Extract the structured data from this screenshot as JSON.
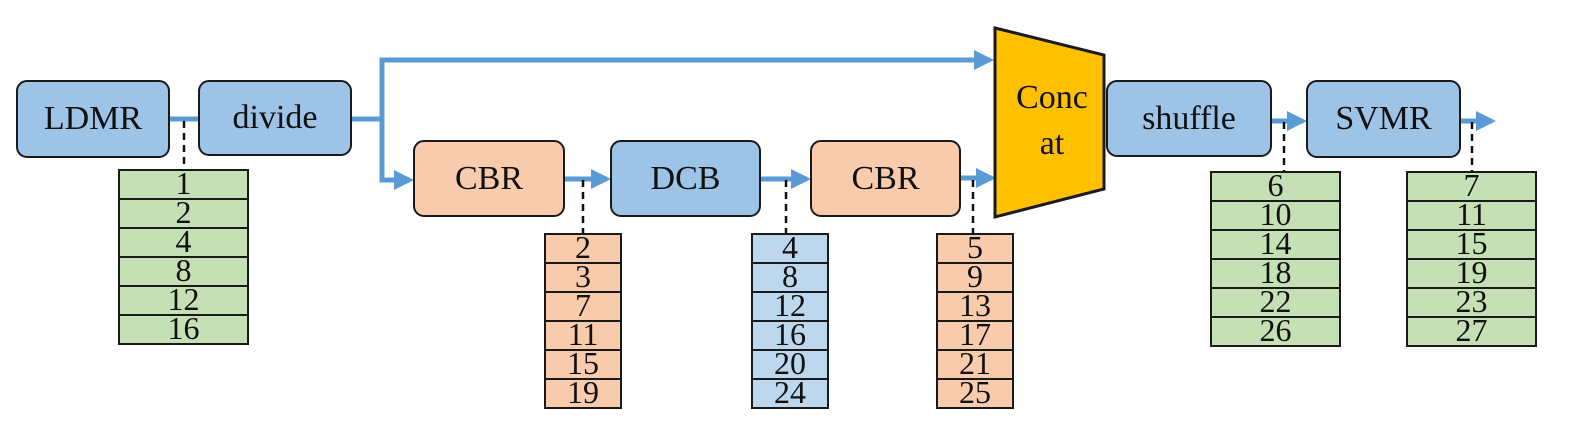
{
  "blocks": {
    "ldmr": "LDMR",
    "divide": "divide",
    "cbr1": "CBR",
    "dcb": "DCB",
    "cbr2": "CBR",
    "concat_line1": "Conc",
    "concat_line2": "at",
    "shuffle": "shuffle",
    "svmr": "SVMR"
  },
  "stacks": {
    "ldmr": [
      "1",
      "2",
      "4",
      "8",
      "12",
      "16"
    ],
    "cbr1": [
      "2",
      "3",
      "7",
      "11",
      "15",
      "19"
    ],
    "dcb": [
      "4",
      "8",
      "12",
      "16",
      "20",
      "24"
    ],
    "cbr2": [
      "5",
      "9",
      "13",
      "17",
      "21",
      "25"
    ],
    "shuffle": [
      "6",
      "10",
      "14",
      "18",
      "22",
      "26"
    ],
    "svmr": [
      "7",
      "11",
      "15",
      "19",
      "23",
      "27"
    ]
  },
  "colors": {
    "block_blue": "#9dc3e6",
    "block_peach": "#f8cbad",
    "concat_fill": "#ffc000",
    "stack_green": "#c5e0b4",
    "stack_peach": "#f8cbad",
    "stack_blue": "#bdd7ee",
    "arrow": "#5b9bd5"
  }
}
